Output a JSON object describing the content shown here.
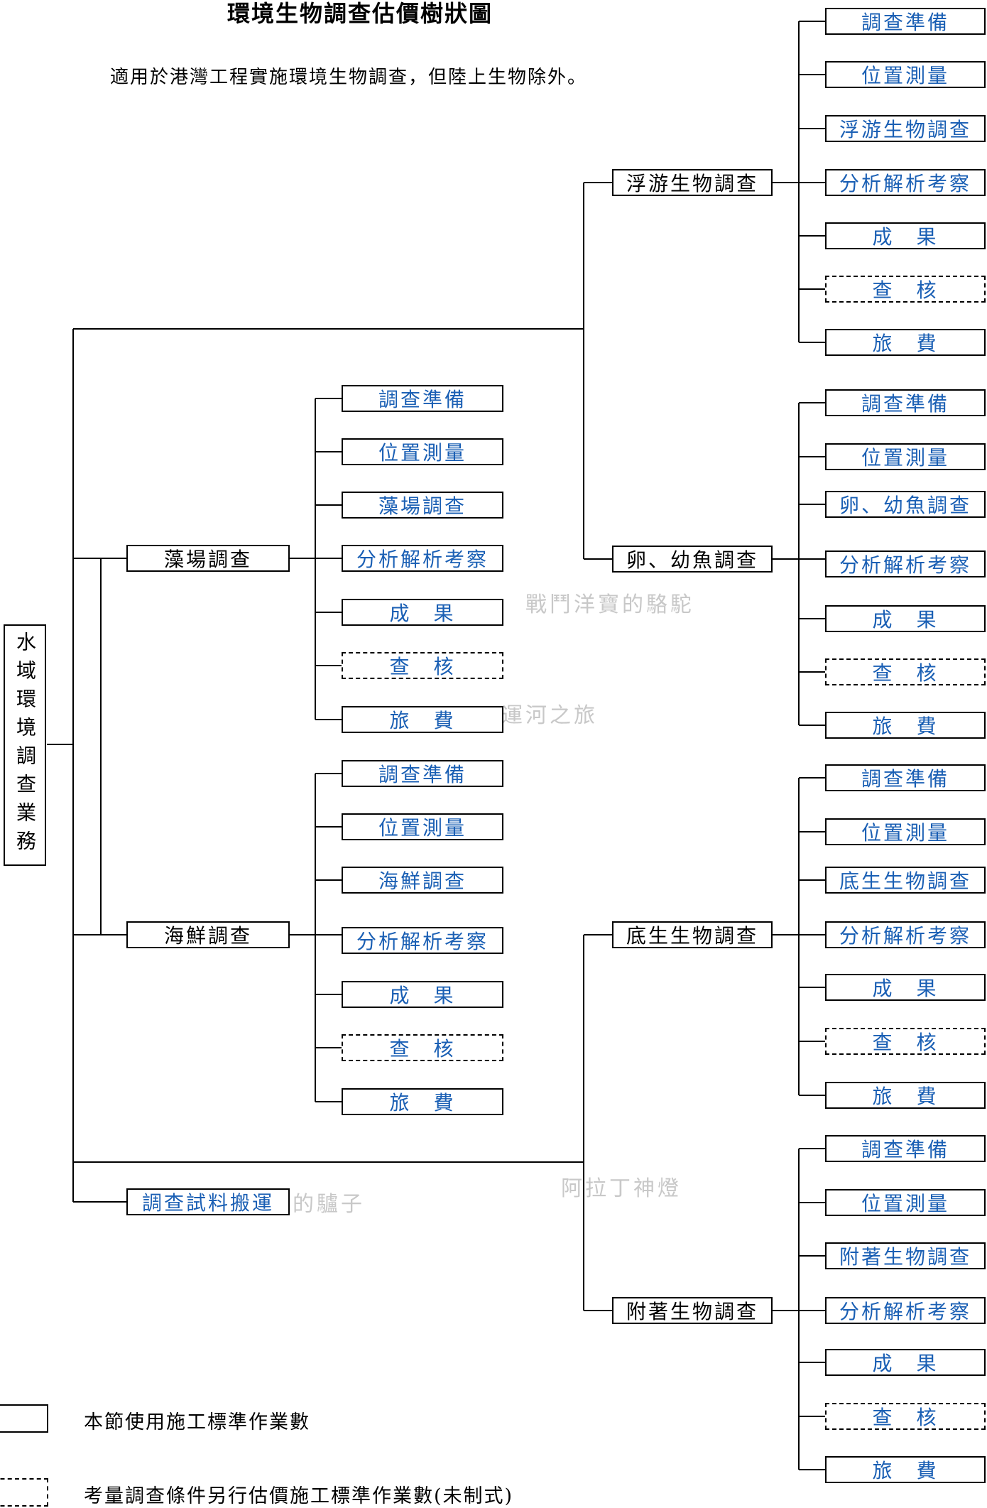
{
  "title": "環境生物調查估價樹狀圖",
  "subtitle": "適用於港灣工程實施環境生物調查，但陸上生物除外。",
  "root_label": "水域環境調查業務",
  "colors": {
    "line": "#000000",
    "leaf_text": "#1a5fb4",
    "category_text": "#000000",
    "watermark": "#c8c8c8"
  },
  "categories": {
    "plankton": "浮游生物調查",
    "eggs_larvae": "卵、幼魚調查",
    "algae_bed": "藻場調查",
    "seafood": "海鮮調查",
    "benthic": "底生生物調查",
    "attached": "附著生物調查",
    "sample_transport": "調查試料搬運"
  },
  "branches": {
    "plankton": [
      "調查準備",
      "位置測量",
      "浮游生物調查",
      "分析解析考察",
      "成　果",
      "查　核",
      "旅　費"
    ],
    "eggs_larvae": [
      "調查準備",
      "位置測量",
      "卵、幼魚調查",
      "分析解析考察",
      "成　果",
      "查　核",
      "旅　費"
    ],
    "algae_bed": [
      "調查準備",
      "位置測量",
      "藻場調查",
      "分析解析考察",
      "成　果",
      "查　核",
      "旅　費"
    ],
    "seafood": [
      "調查準備",
      "位置測量",
      "海鮮調查",
      "分析解析考察",
      "成　果",
      "查　核",
      "旅　費"
    ],
    "benthic": [
      "調查準備",
      "位置測量",
      "底生生物調查",
      "分析解析考察",
      "成　果",
      "查　核",
      "旅　費"
    ],
    "attached": [
      "調查準備",
      "位置測量",
      "附著生物調查",
      "分析解析考察",
      "成　果",
      "查　核",
      "旅　費"
    ]
  },
  "legend": {
    "solid": "本節使用施工標準作業數",
    "dashed": "考量調查條件另行估價施工標準作業數(未制式)"
  },
  "watermarks": [
    "戰鬥洋寶的駱駝",
    "運河之旅",
    "阿拉丁神燈",
    "的驢子"
  ]
}
